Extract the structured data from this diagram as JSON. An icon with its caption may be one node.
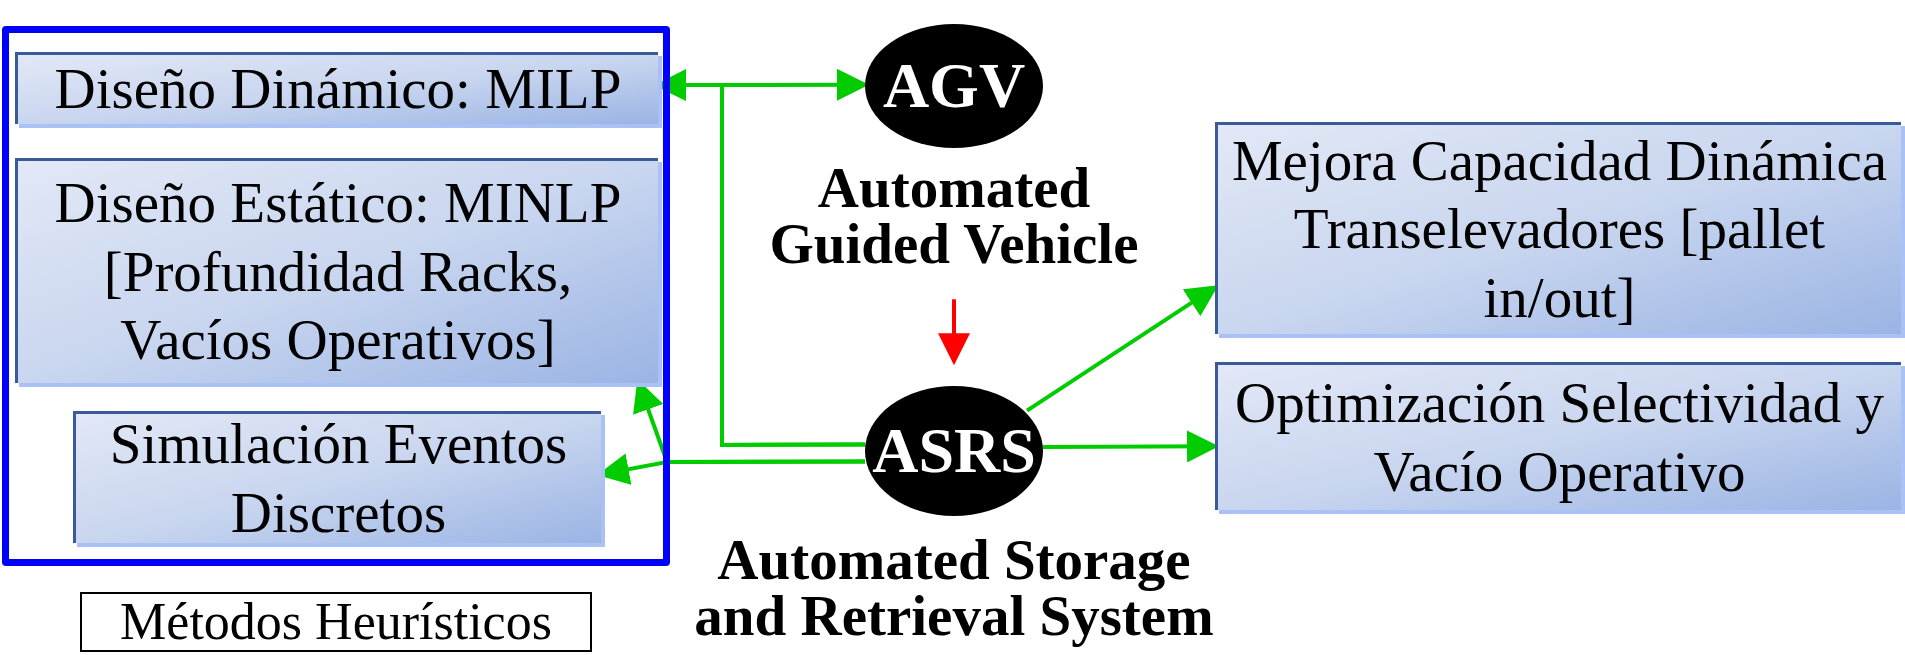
{
  "diagram": {
    "nodes": [
      {
        "text": [],
        "shape": "box"
      },
      {
        "text": [
          "Diseño Dinámico: MILP"
        ],
        "in": 0
      },
      {
        "text": [
          "Diseño Estático: MINLP [Profundidad Racks, Vacíos Operativos]"
        ],
        "in": 0
      },
      {
        "text": [
          "Simulación Eventos Discretos"
        ],
        "in": 0
      },
      {
        "text": [
          "Métodos Heurísticos"
        ]
      },
      {
        "text": [
          "AGV"
        ],
        "beside": [
          "Automated Guided Vehicle"
        ]
      },
      {
        "text": [
          "ASRS"
        ],
        "beside": [
          "Automated Storage and Retrieval System"
        ]
      },
      {
        "text": [
          "Mejora Capacidad Dinámica Transelevadores [pallet in/out]"
        ]
      },
      {
        "text": [
          "Optimización Selectividad y Vacío Operativo"
        ]
      }
    ],
    "edges": [
      {
        "from": 6,
        "to": 1,
        "arrow": "to"
      },
      {
        "from": 6,
        "to": 5,
        "arrow": "to"
      },
      {
        "from": 6,
        "to": 2,
        "arrow": "to"
      },
      {
        "from": 6,
        "to": 3,
        "arrow": "to"
      },
      {
        "from": 5,
        "to": 6,
        "arrow": "to",
        "color": "#ff0000"
      },
      {
        "from": 6,
        "to": 7,
        "arrow": "to"
      },
      {
        "from": 6,
        "to": 8,
        "arrow": "to"
      }
    ]
  }
}
